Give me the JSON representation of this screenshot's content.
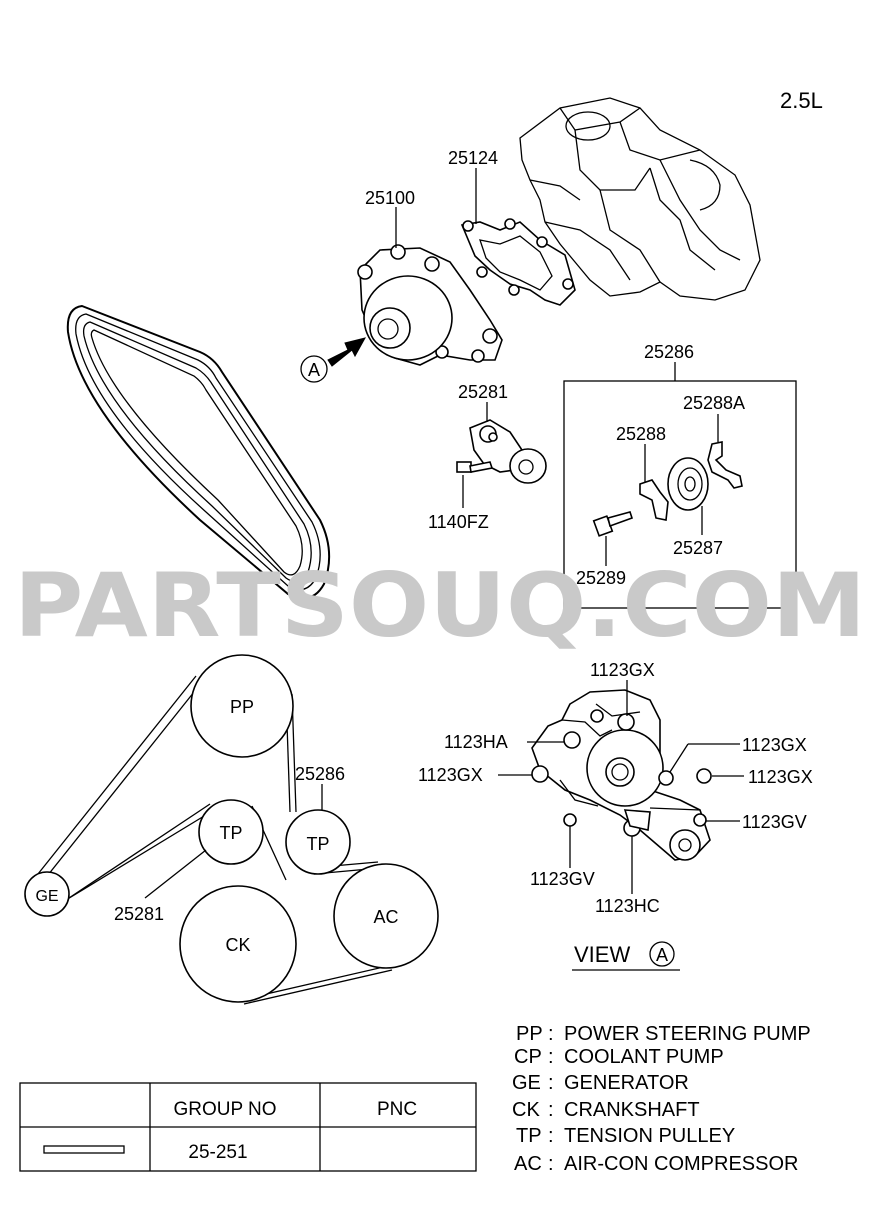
{
  "variant": "2.5L",
  "watermark": "PARTSOUQ.COM",
  "callouts": {
    "water_pump": "25100",
    "gasket": "25124",
    "tensioner_assy_box": "25286",
    "tensioner": "25281",
    "tensioner_bolt": "1140FZ",
    "bracket_a": "25288A",
    "bracket": "25288",
    "pulley": "25287",
    "pulley_bolt": "25289"
  },
  "view_arrow_label": "A",
  "routing": {
    "pulleys": [
      {
        "code": "PP"
      },
      {
        "code": "TP"
      },
      {
        "code": "TP"
      },
      {
        "code": "GE"
      },
      {
        "code": "CK"
      },
      {
        "code": "AC"
      }
    ],
    "callout_tp_upper": "25286",
    "callout_tp_lower": "25281"
  },
  "view_a": {
    "title": "VIEW",
    "circle_letter": "A",
    "bolts": [
      {
        "label": "1123GX"
      },
      {
        "label": "1123HA"
      },
      {
        "label": "1123GX"
      },
      {
        "label": "1123GX"
      },
      {
        "label": "1123GX"
      },
      {
        "label": "1123GV"
      },
      {
        "label": "1123GV"
      },
      {
        "label": "1123HC"
      }
    ]
  },
  "legend": [
    {
      "code": "PP",
      "sep": ":",
      "desc": "POWER STEERING PUMP"
    },
    {
      "code": "CP",
      "sep": ":",
      "desc": "COOLANT PUMP"
    },
    {
      "code": "GE",
      "sep": ":",
      "desc": "GENERATOR"
    },
    {
      "code": "CK",
      "sep": ":",
      "desc": "CRANKSHAFT"
    },
    {
      "code": "TP",
      "sep": ":",
      "desc": "TENSION PULLEY"
    },
    {
      "code": "AC",
      "sep": ":",
      "desc": "AIR-CON COMPRESSOR"
    }
  ],
  "table": {
    "headers": [
      "",
      "GROUP NO",
      "PNC"
    ],
    "row": {
      "group_no": "25-251",
      "pnc": ""
    }
  }
}
